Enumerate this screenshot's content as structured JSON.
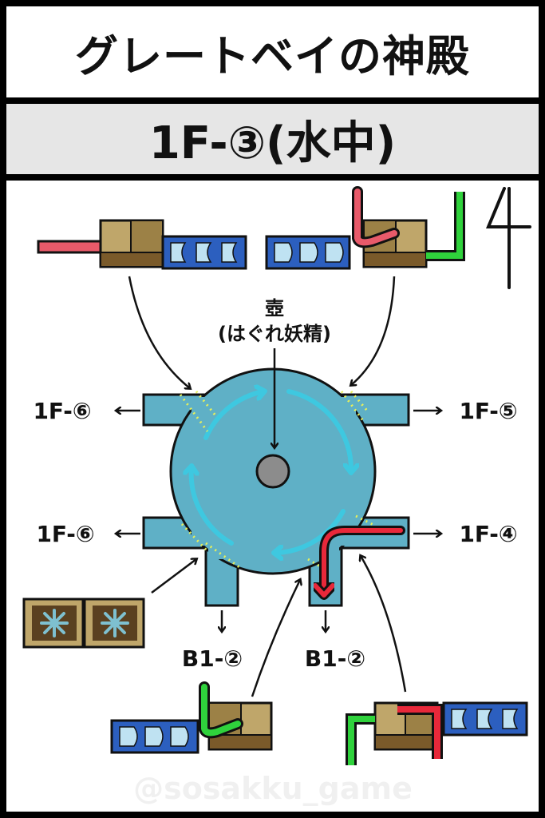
{
  "header": {
    "title": "グレートベイの神殿",
    "floor_label": "1F-③(水中)"
  },
  "map": {
    "center_label_1": "壺",
    "center_label_2": "(はぐれ妖精)",
    "exits": {
      "left_upper": "1F-⑥",
      "left_lower": "1F-⑥",
      "right_upper": "1F-⑤",
      "right_lower": "1F-④",
      "bottom_left": "B1-②",
      "bottom_right": "B1-②"
    },
    "compass_mark": "4"
  },
  "watermark": "@sosakku_game",
  "colors": {
    "water": "#5fb0c6",
    "current_arrow": "#3ec8e0",
    "fairy_dots": "#e8f05a",
    "red_route": "#e8283a",
    "green_lever": "#2fd23c",
    "red_lever": "#e85a6a",
    "box_brown": "#bfa66a",
    "box_dark": "#7a5a2a",
    "valve_blue": "#2c5fbf"
  }
}
